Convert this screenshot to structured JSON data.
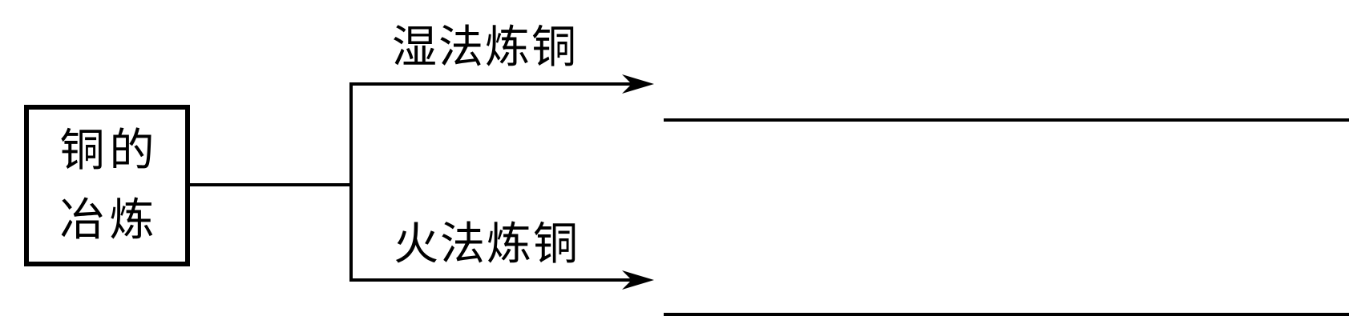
{
  "diagram": {
    "title_box": {
      "line1": "铜的",
      "line2": "冶炼"
    },
    "branches": [
      {
        "label": "湿法炼铜",
        "answer_blank": ""
      },
      {
        "label": "火法炼铜",
        "answer_blank": ""
      }
    ],
    "colors": {
      "line": "#000000",
      "text": "#000000",
      "background": "#ffffff"
    }
  }
}
